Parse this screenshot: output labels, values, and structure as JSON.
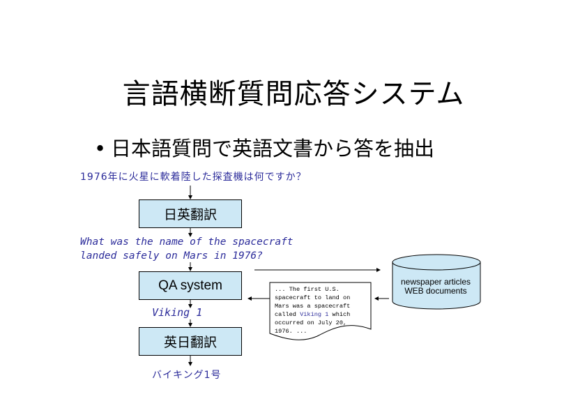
{
  "title": "言語横断質問応答システム",
  "bullet": {
    "marker": "•",
    "text": "日本語質問で英語文書から答を抽出"
  },
  "diagram": {
    "japanese_question": "1976年に火星に軟着陸した探査機は何ですか？",
    "box_ja_en": "日英翻訳",
    "english_question_line1": "What was the name of the spacecraft",
    "english_question_line2": "landed safely on Mars in 1976?",
    "box_qa": "QA system",
    "english_answer": "Viking 1",
    "box_en_ja": "英日翻訳",
    "japanese_answer": "バイキング1号",
    "db_line1": "newspaper articles",
    "db_line2": "WEB documents",
    "doc": {
      "line1": "... The first U.S.",
      "line2": "spacecraft to land on",
      "line3": "Mars was a spacecraft",
      "line4_pre": "called ",
      "line4_hl": "Viking 1",
      "line4_post": " which",
      "line5": "occurred on July 20,",
      "line6": "1976. ..."
    }
  }
}
